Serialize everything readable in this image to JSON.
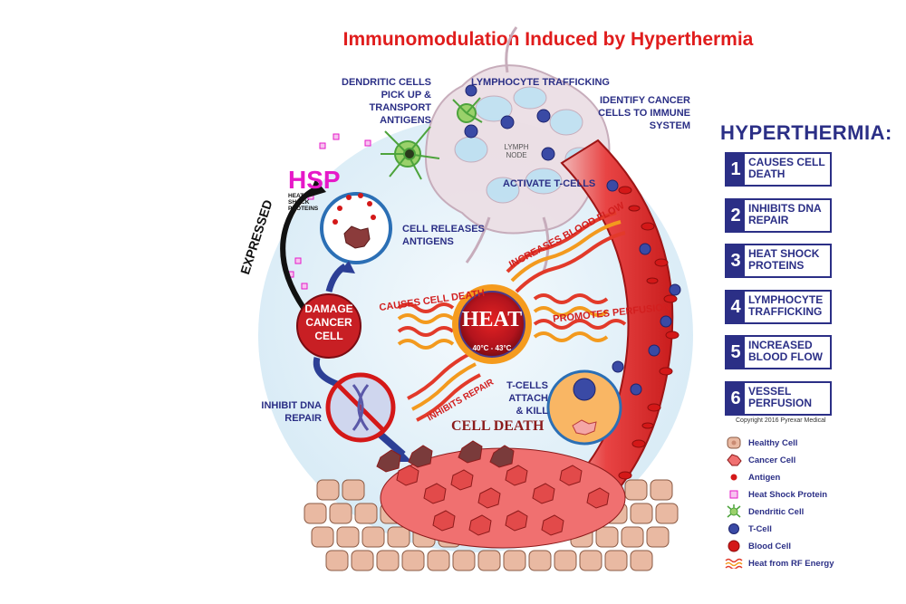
{
  "title": "Immunomodulation Induced by Hyperthermia",
  "labels": {
    "dendritic": [
      "DENDRITIC CELLS",
      "PICK UP & TRANSPORT",
      "ANTIGENS"
    ],
    "lymph_traffic": "LYMPHOCYTE TRAFFICKING",
    "identify": [
      "IDENTIFY CANCER",
      "CELLS TO IMMUNE SYSTEM"
    ],
    "lymph_node": [
      "LYMPH",
      "NODE"
    ],
    "activate": "ACTIVATE T-CELLS",
    "hsp": "HSP",
    "hsp_sub": [
      "HEAT",
      "SHOCK",
      "PROTEINS"
    ],
    "expressed": "EXPRESSED",
    "releases": [
      "CELL RELEASES",
      "ANTIGENS"
    ],
    "damage": [
      "DAMAGE",
      "CANCER",
      "CELL"
    ],
    "causes_death": "CAUSES CELL DEATH",
    "heat": "HEAT",
    "heat_range": "40°C - 43°C",
    "increases_flow": "INCREASES BLOOD FLOW",
    "promotes_perfusion": "PROMOTES PERFUSION",
    "inhibits_repair": "INHIBITS REPAIR",
    "inhibit_dna": [
      "INHIBIT DNA",
      "REPAIR"
    ],
    "tcells_attach": [
      "T-CELLS",
      "ATTACH & KILL"
    ],
    "cell_death": "CELL DEATH"
  },
  "panel": {
    "title": "HYPERTHERMIA:",
    "items": [
      {
        "num": "1",
        "label": "CAUSES CELL DEATH"
      },
      {
        "num": "2",
        "label": "INHIBITS DNA REPAIR"
      },
      {
        "num": "3",
        "label": "HEAT SHOCK PROTEINS"
      },
      {
        "num": "4",
        "label": "LYMPHOCYTE TRAFFICKING"
      },
      {
        "num": "5",
        "label": "INCREASED BLOOD FLOW"
      },
      {
        "num": "6",
        "label": "VESSEL PERFUSION"
      }
    ],
    "copyright": "Copyright 2016 Pyrexar Medical"
  },
  "legend": [
    {
      "icon": "healthy-cell-icon",
      "label": "Healthy Cell"
    },
    {
      "icon": "cancer-cell-icon",
      "label": "Cancer Cell"
    },
    {
      "icon": "antigen-icon",
      "label": "Antigen"
    },
    {
      "icon": "heat-shock-protein-icon",
      "label": "Heat Shock Protein"
    },
    {
      "icon": "dendritic-cell-icon",
      "label": "Dendritic Cell"
    },
    {
      "icon": "t-cell-icon",
      "label": "T-Cell"
    },
    {
      "icon": "blood-cell-icon",
      "label": "Blood Cell"
    },
    {
      "icon": "heat-wave-icon",
      "label": "Heat from RF Energy"
    }
  ],
  "colors": {
    "navy": "#2b2f86",
    "title_red": "#e01c1c",
    "hsp_magenta": "#e619c8",
    "vessel_red": "#e02b2b",
    "heat_orange": "#f39a1e",
    "background_blue": "#e8f3fa"
  }
}
